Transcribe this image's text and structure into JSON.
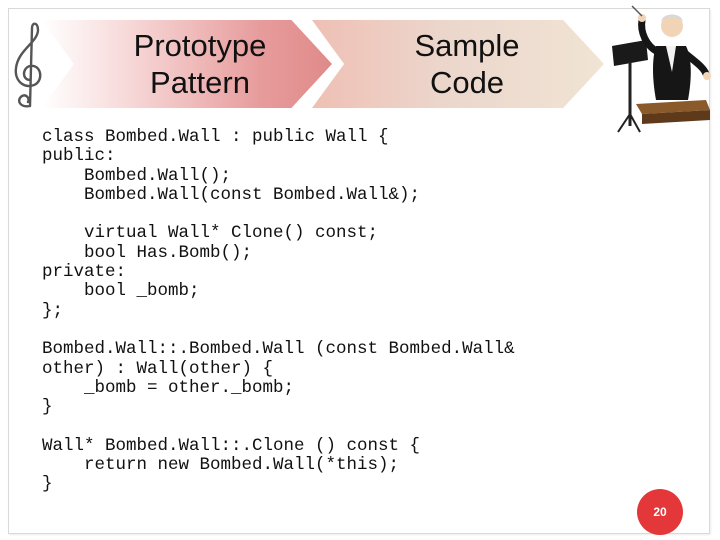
{
  "slide": {
    "heading_left": "Prototype\nPattern",
    "heading_right": "Sample\nCode",
    "code": "class Bombed.Wall : public Wall {\npublic:\n    Bombed.Wall();\n    Bombed.Wall(const Bombed.Wall&);\n\n    virtual Wall* Clone() const;\n    bool Has.Bomb();\nprivate:\n    bool _bomb;\n};\n\nBombed.Wall::.Bombed.Wall (const Bombed.Wall&\nother) : Wall(other) {\n    _bomb = other._bomb;\n}\n\nWall* Bombed.Wall::.Clone () const {\n    return new Bombed.Wall(*this);\n}",
    "page_number": "20"
  },
  "icons": {
    "clef": "treble-clef-icon",
    "clipart": "orchestra-conductor-icon"
  },
  "colors": {
    "chevron_left": "#e08a8a",
    "chevron_right": "#f0e4d4",
    "page_badge": "#e3373a"
  }
}
